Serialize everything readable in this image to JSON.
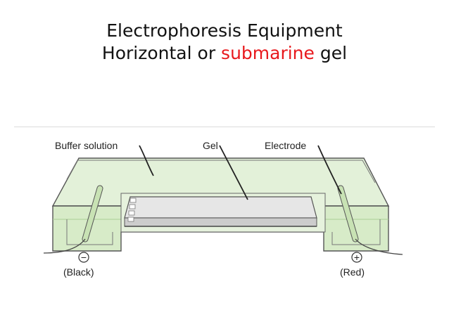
{
  "slide": {
    "title_line1": "Electrophoresis Equipment",
    "title_line2_prefix": "Horizontal or ",
    "title_line2_highlight": "submarine",
    "title_line2_suffix": " gel",
    "highlight_color": "#e8191d"
  },
  "diagram": {
    "labels": {
      "buffer": "Buffer solution",
      "gel": "Gel",
      "electrode": "Electrode",
      "negative_symbol": "−",
      "positive_symbol": "+",
      "black": "(Black)",
      "red": "(Red)"
    },
    "colors": {
      "buffer": "#e3f1d9",
      "buffer_dark": "#cfe6c1",
      "outline": "#555555",
      "gel": "#e6e6e6",
      "electrode": "#c8e2b4"
    }
  }
}
